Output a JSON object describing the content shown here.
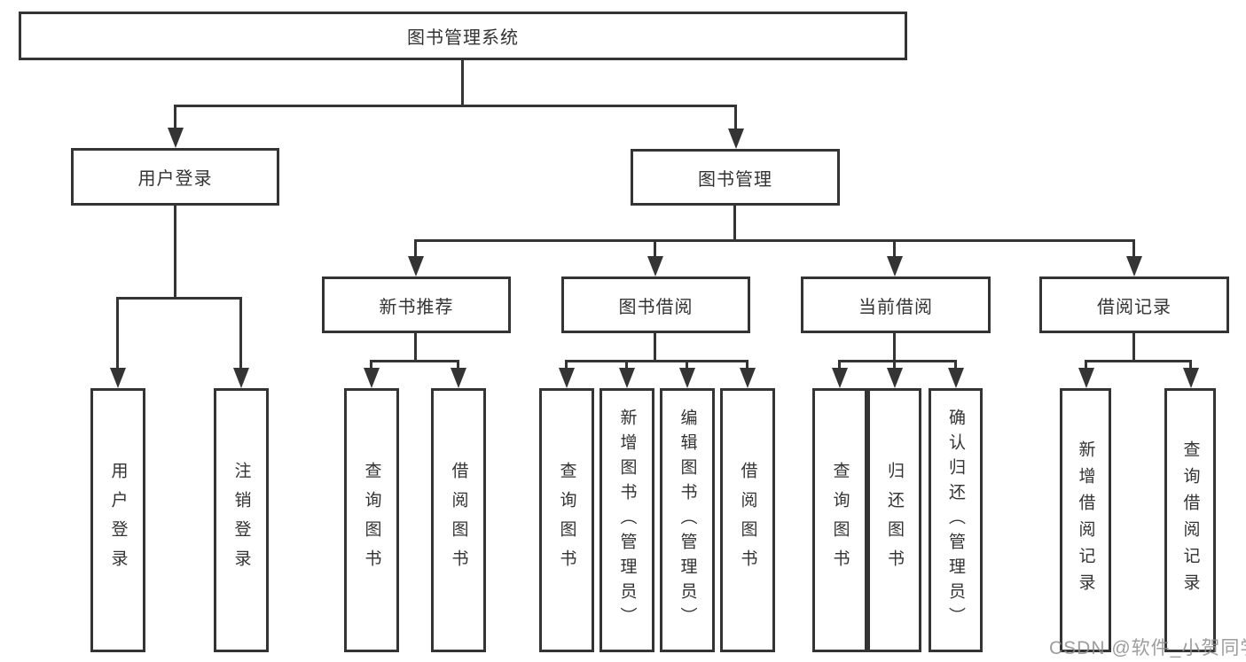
{
  "diagram": {
    "title": "图书管理系统",
    "level2": {
      "user_login": "用户登录",
      "book_mgmt": "图书管理"
    },
    "level3": {
      "new_books": "新书推荐",
      "borrowing": "图书借阅",
      "current": "当前借阅",
      "records": "借阅记录"
    },
    "leaves": {
      "user_login": [
        "用户登录",
        "注销登录"
      ],
      "new_books": [
        "查询图书",
        "借阅图书"
      ],
      "borrowing": [
        "查询图书",
        "新增图书（管理员）",
        "编辑图书（管理员）",
        "借阅图书"
      ],
      "current": [
        "查询图书",
        "归还图书",
        "确认归还（管理员）"
      ],
      "records": [
        "新增借阅记录",
        "查询借阅记录"
      ]
    },
    "watermark": "CSDN @软件_小贺同学",
    "colors": {
      "line": "#343434",
      "text": "#333333",
      "box_background": "#ffffff",
      "watermark": "#8c8c8c",
      "page_background": "#ffffff"
    }
  }
}
